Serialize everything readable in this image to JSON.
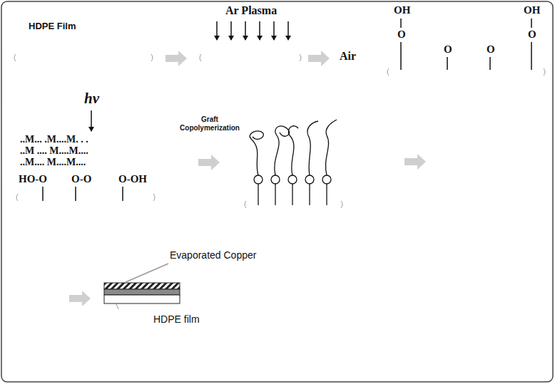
{
  "diagram": {
    "labels": [
      "HDPE Film",
      "Ar Plasma",
      "Air",
      "OH",
      "O",
      "O",
      "O",
      "OH",
      "O",
      "hv",
      "..M... .M....M. . .",
      "..M .... M....M....",
      "..M.... M....M....",
      "HO-O",
      "O-O",
      "O-OH",
      "Graft Copolymerization",
      "Evaporated Copper",
      "HDPE film"
    ]
  }
}
